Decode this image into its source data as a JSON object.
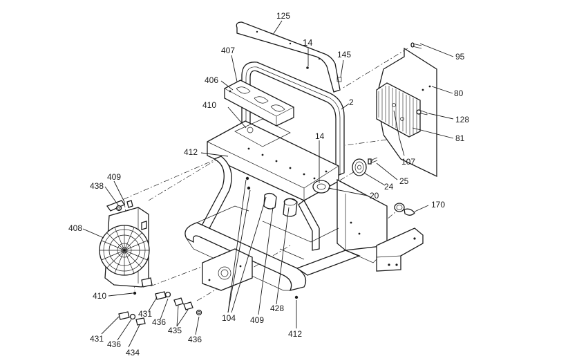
{
  "callouts": [
    {
      "id": "125",
      "text": "125"
    },
    {
      "id": "14a",
      "text": "14"
    },
    {
      "id": "145",
      "text": "145"
    },
    {
      "id": "95",
      "text": "95"
    },
    {
      "id": "407",
      "text": "407"
    },
    {
      "id": "406",
      "text": "406"
    },
    {
      "id": "2",
      "text": "2"
    },
    {
      "id": "80",
      "text": "80"
    },
    {
      "id": "128",
      "text": "128"
    },
    {
      "id": "81",
      "text": "81"
    },
    {
      "id": "410a",
      "text": "410"
    },
    {
      "id": "412a",
      "text": "412"
    },
    {
      "id": "14b",
      "text": "14"
    },
    {
      "id": "107",
      "text": "107"
    },
    {
      "id": "25",
      "text": "25"
    },
    {
      "id": "24",
      "text": "24"
    },
    {
      "id": "20",
      "text": "20"
    },
    {
      "id": "170",
      "text": "170"
    },
    {
      "id": "409a",
      "text": "409"
    },
    {
      "id": "438",
      "text": "438"
    },
    {
      "id": "408",
      "text": "408"
    },
    {
      "id": "410b",
      "text": "410"
    },
    {
      "id": "431a",
      "text": "431"
    },
    {
      "id": "436a",
      "text": "436"
    },
    {
      "id": "435",
      "text": "435"
    },
    {
      "id": "436b",
      "text": "436"
    },
    {
      "id": "104",
      "text": "104"
    },
    {
      "id": "409b",
      "text": "409"
    },
    {
      "id": "428",
      "text": "428"
    },
    {
      "id": "412b",
      "text": "412"
    },
    {
      "id": "431b",
      "text": "431"
    },
    {
      "id": "436c",
      "text": "436"
    },
    {
      "id": "434",
      "text": "434"
    }
  ]
}
